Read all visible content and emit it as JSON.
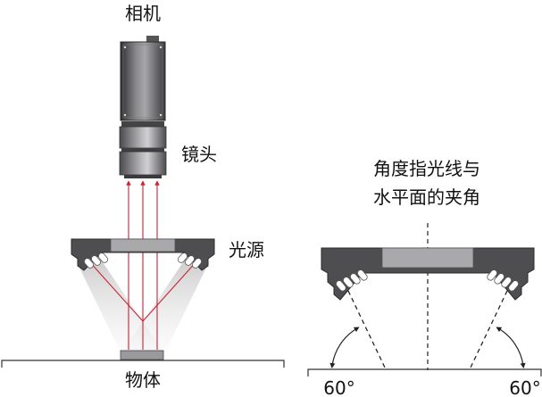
{
  "labels": {
    "camera": "相机",
    "lens": "镜头",
    "light_source": "光源",
    "object": "物体",
    "angle_caption_line1": "角度指光线与",
    "angle_caption_line2": "水平面的夹角",
    "angle_left": "60°",
    "angle_right": "60°"
  },
  "colors": {
    "camera_dark": "#3f3f41",
    "camera_mid": "#7a7a7c",
    "camera_light": "#c2c2c4",
    "lens_mid": "#8c8c8e",
    "light_housing": "#4e4e50",
    "diffuser": "#a9a9ab",
    "ray": "#cc2233",
    "led": "#ffffff",
    "object": "#9a9a9c",
    "ground": "#333333"
  },
  "angle_deg": 60
}
